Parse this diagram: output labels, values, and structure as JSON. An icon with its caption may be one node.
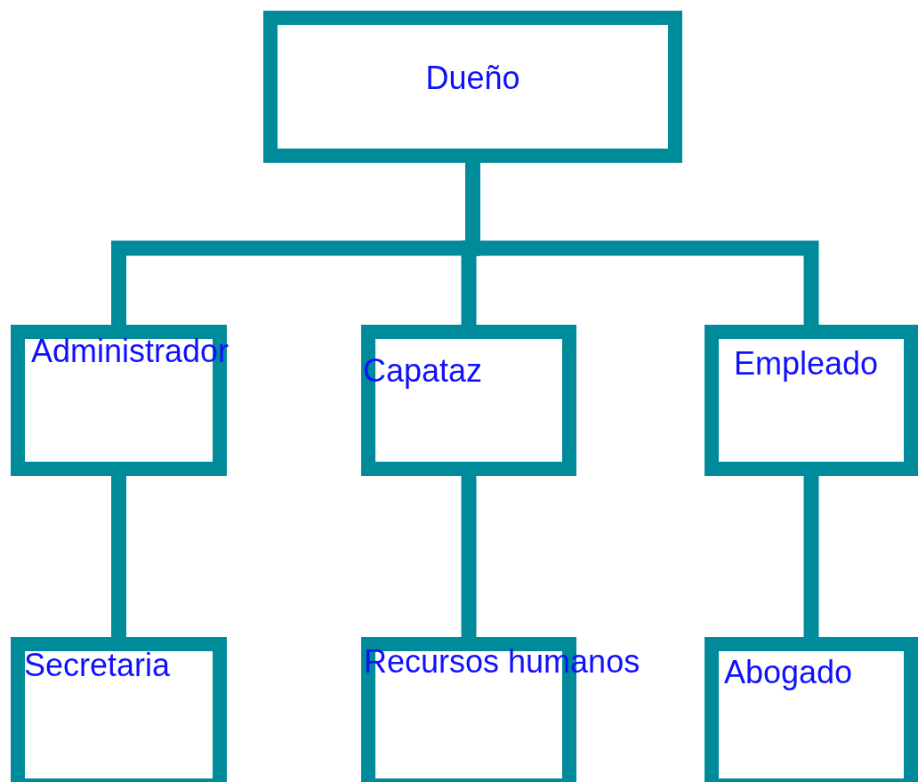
{
  "diagram": {
    "nodes": [
      {
        "text": [
          "Dueño"
        ]
      },
      {
        "text": [
          "Administrador"
        ]
      },
      {
        "text": [
          "Capataz"
        ]
      },
      {
        "text": [
          "Empleado"
        ]
      },
      {
        "text": [
          "Secretaria"
        ]
      },
      {
        "text": [
          "Recursos humanos"
        ]
      },
      {
        "text": [
          "Abogado"
        ]
      }
    ],
    "edges": [
      {
        "from": 0,
        "to": 1,
        "arrow": "none"
      },
      {
        "from": 0,
        "to": 2,
        "arrow": "none"
      },
      {
        "from": 0,
        "to": 3,
        "arrow": "none"
      },
      {
        "from": 1,
        "to": 4,
        "arrow": "none"
      },
      {
        "from": 2,
        "to": 5,
        "arrow": "none"
      },
      {
        "from": 3,
        "to": 6,
        "arrow": "none"
      }
    ]
  }
}
